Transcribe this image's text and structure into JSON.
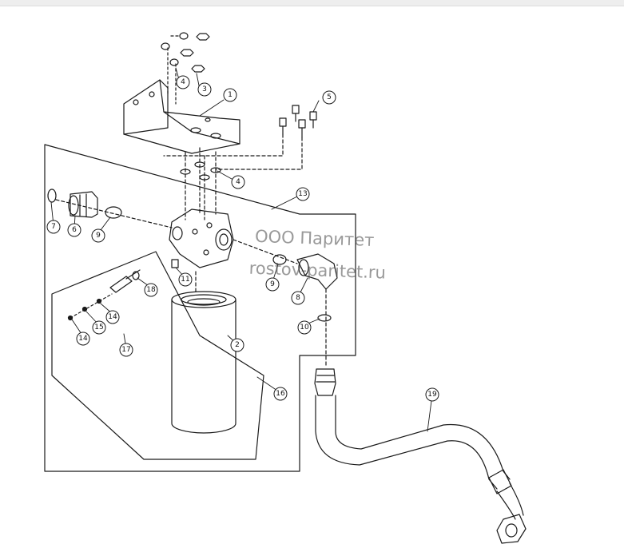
{
  "watermark": {
    "line1": "ООО Паритет",
    "line2": "rostov-paritet.ru"
  },
  "callouts": {
    "c1": "1",
    "c2": "2",
    "c3": "3",
    "c4a": "4",
    "c4b": "4",
    "c5": "5",
    "c6": "6",
    "c7": "7",
    "c8": "8",
    "c9a": "9",
    "c9b": "9",
    "c10": "10",
    "c11": "11",
    "c13": "13",
    "c14a": "14",
    "c14b": "14",
    "c15": "15",
    "c16": "16",
    "c17": "17",
    "c18": "18",
    "c19": "19"
  },
  "colors": {
    "line": "#1a1a1a",
    "callout_fill": "#ffffff",
    "topbar": "#eeeeee"
  }
}
